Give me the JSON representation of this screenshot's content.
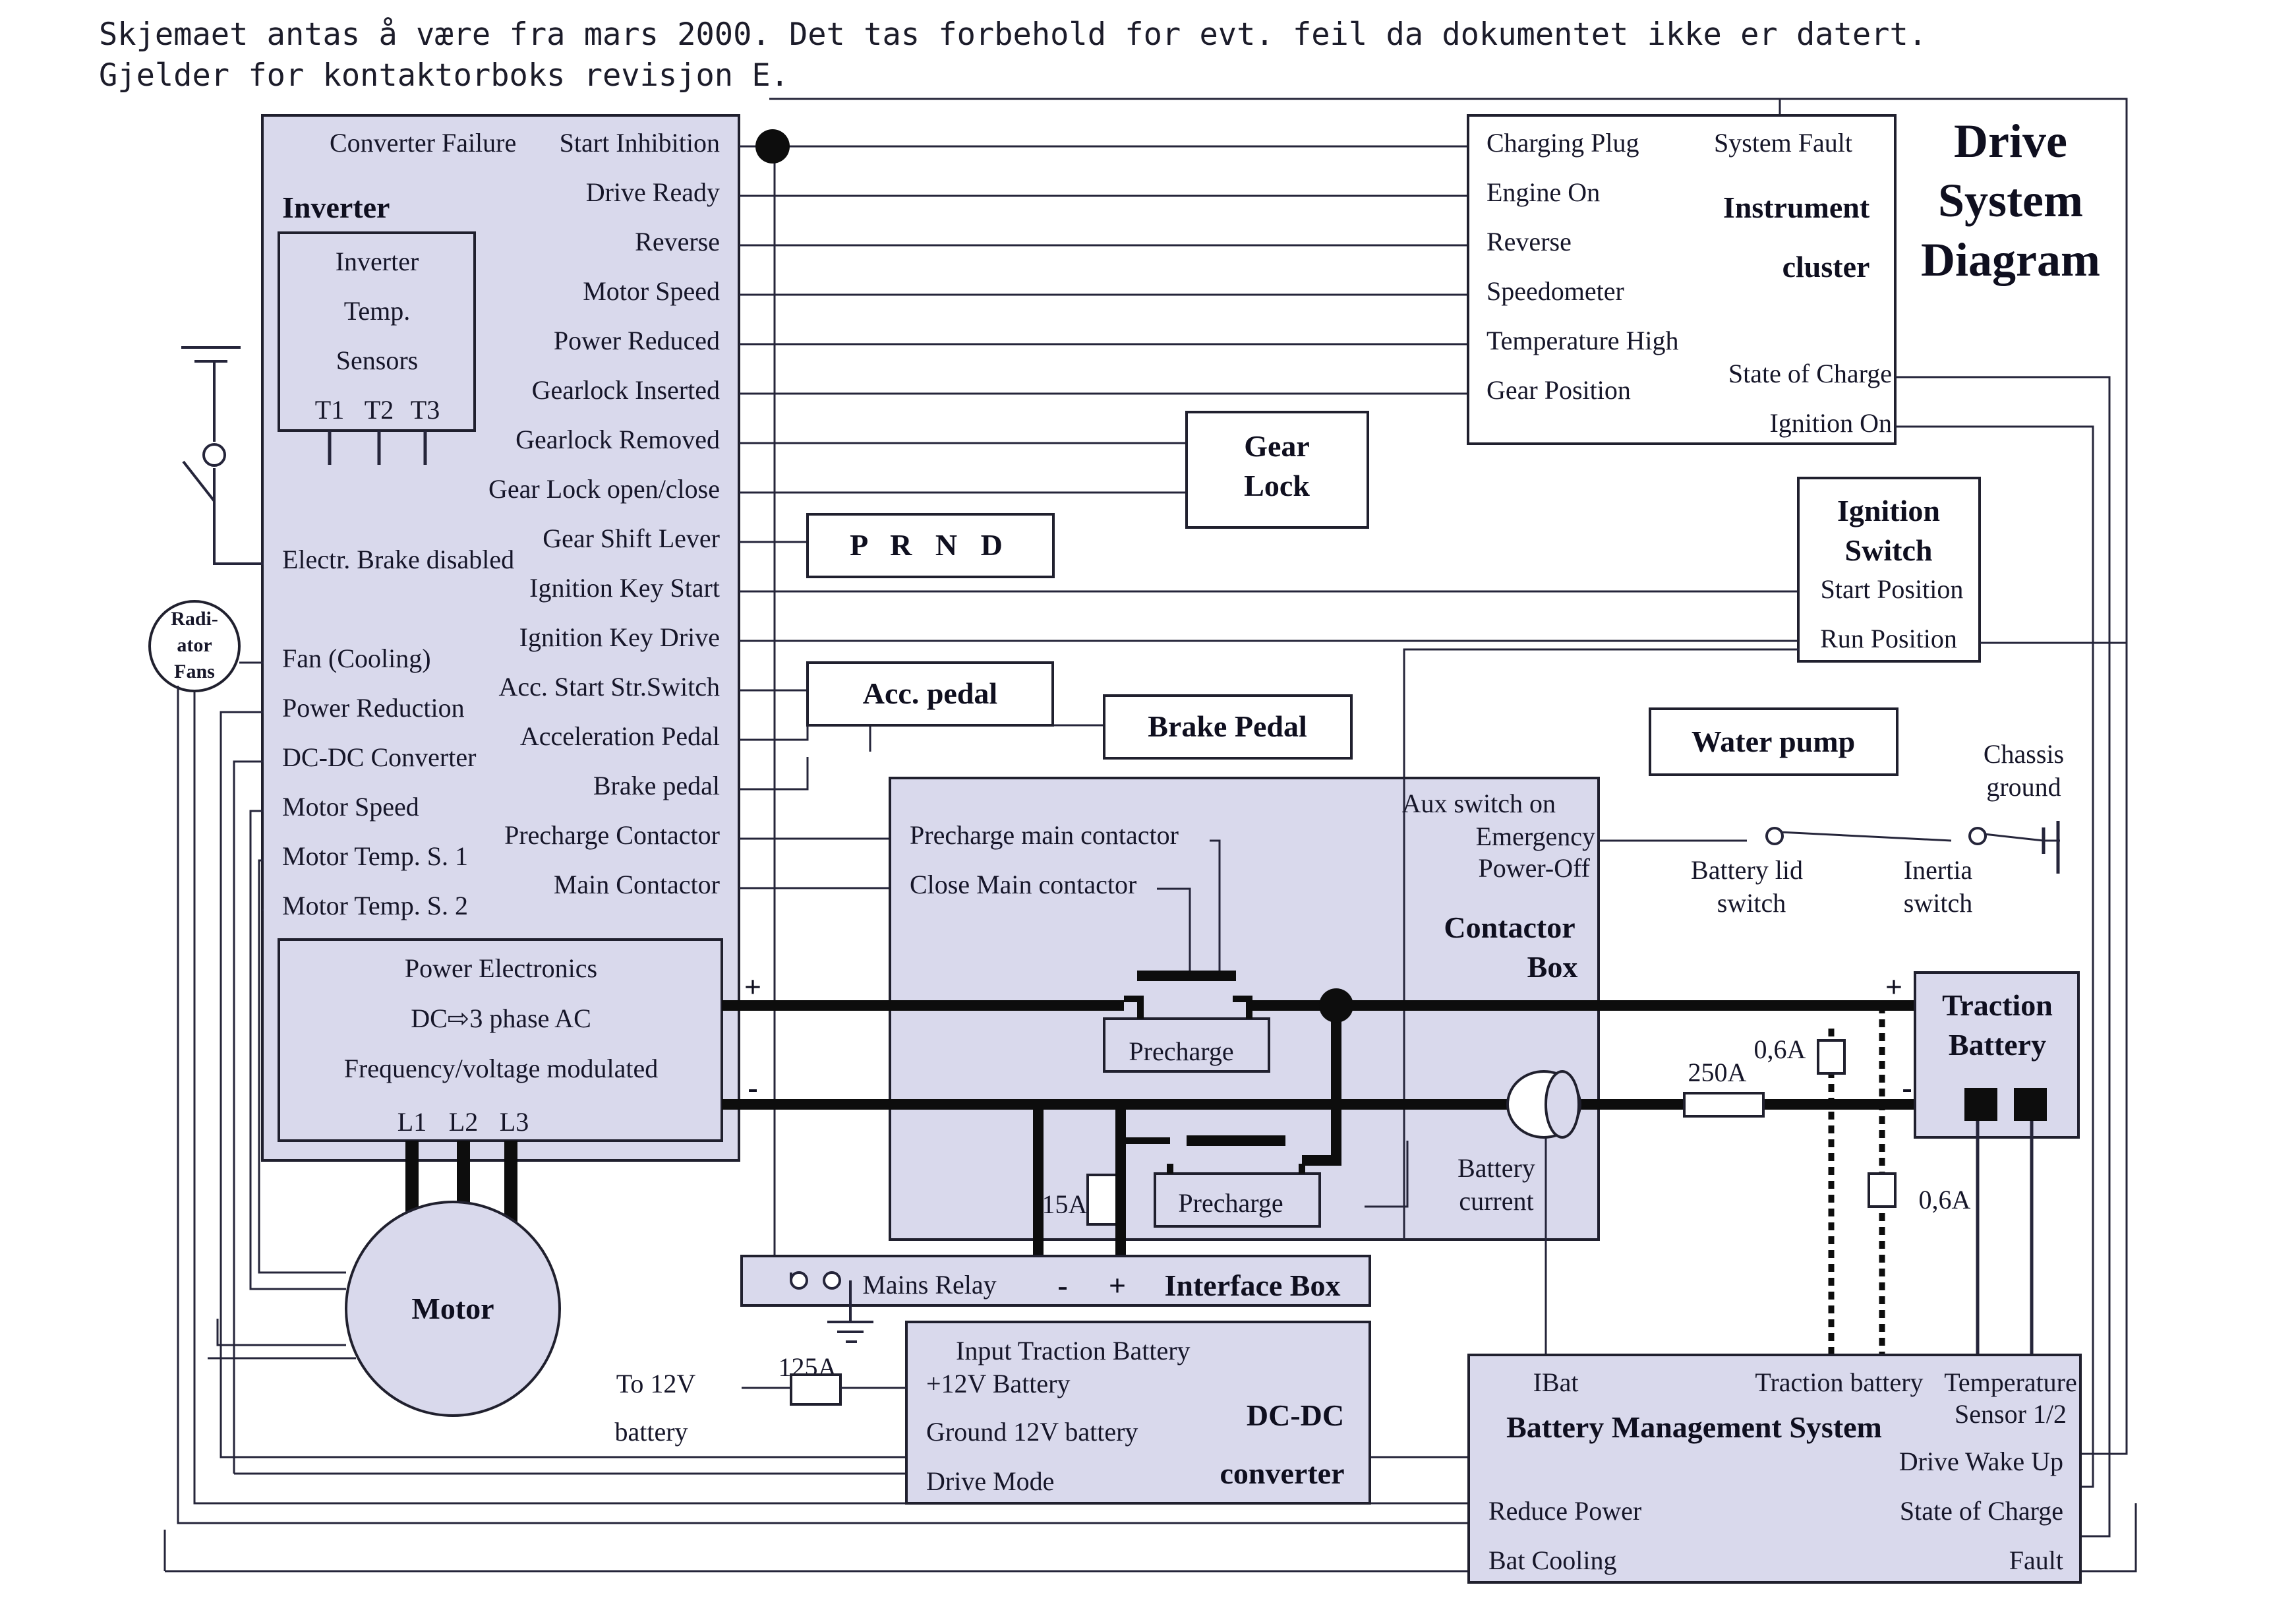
{
  "note": {
    "line1": "Skjemaet antas å være fra mars 2000. Det tas forbehold for evt. feil da dokumentet ikke er datert.",
    "line2": "Gjelder for kontaktorboks revisjon E."
  },
  "title": {
    "line1": "Drive",
    "line2": "System",
    "line3": "Diagram"
  },
  "inverter": {
    "name": "Inverter",
    "signals": [
      "Converter Failure",
      "Start Inhibition",
      "Drive Ready",
      "Reverse",
      "Motor Speed",
      "Power Reduced",
      "Gearlock Inserted",
      "Gearlock Removed",
      "Gear Lock open/close",
      "Gear Shift Lever",
      "Ignition Key Start",
      "Ignition Key Drive",
      "Acc. Start Str.Switch",
      "Acceleration Pedal",
      "Brake pedal",
      "Precharge Contactor",
      "Main Contactor"
    ],
    "left_signals": [
      "Electr. Brake disabled",
      "Fan (Cooling)",
      "Power Reduction",
      "DC-DC Converter",
      "Motor Speed",
      "Motor Temp. S. 1",
      "Motor Temp. S. 2"
    ],
    "temp_sensors": {
      "line1": "Inverter",
      "line2": "Temp.",
      "line3": "Sensors",
      "t1": "T1",
      "t2": "T2",
      "t3": "T3"
    },
    "power_electronics": {
      "line1": "Power Electronics",
      "line2": "DC⇨3 phase AC",
      "line3": "Frequency/voltage modulated",
      "l1": "L1",
      "l2": "L2",
      "l3": "L3"
    }
  },
  "radiator_fans": {
    "line1": "Radi-",
    "line2": "ator",
    "line3": "Fans"
  },
  "motor": {
    "label": "Motor"
  },
  "instrument_cluster": {
    "title1": "Instrument",
    "title2": "cluster",
    "left_items": [
      "Charging Plug",
      "Engine On",
      "Reverse",
      "Speedometer",
      "Temperature High",
      "Gear Position"
    ],
    "system_fault": "System Fault",
    "state_of_charge": "State of Charge",
    "ignition_on": "Ignition On"
  },
  "gear_lock": {
    "line1": "Gear",
    "line2": "Lock"
  },
  "prnd": {
    "label": "P R N D"
  },
  "ignition_switch": {
    "line1": "Ignition",
    "line2": "Switch",
    "start": "Start Position",
    "run": "Run Position"
  },
  "acc_pedal": {
    "label": "Acc. pedal"
  },
  "brake_pedal": {
    "label": "Brake Pedal"
  },
  "water_pump": {
    "label": "Water pump"
  },
  "contactor_box": {
    "line1": "Contactor",
    "line2": "Box",
    "precharge_main": "Precharge main contactor",
    "close_main": "Close Main contactor",
    "aux_switch": "Aux switch on",
    "emergency1": "Emergency",
    "emergency2": "Power-Off",
    "precharge": "Precharge",
    "precharge2": "Precharge",
    "fuse15": "15A",
    "battery_current1": "Battery",
    "battery_current2": "current"
  },
  "chassis_ground": {
    "line1": "Chassis",
    "line2": "ground"
  },
  "battery_lid": {
    "line1": "Battery lid",
    "line2": "switch"
  },
  "inertia": {
    "line1": "Inertia",
    "line2": "switch"
  },
  "traction_battery": {
    "line1": "Traction",
    "line2": "Battery",
    "fuse250": "250A",
    "fuse06a": "0,6A",
    "fuse06b": "0,6A"
  },
  "interface_box": {
    "label": "Interface Box",
    "mains_relay": "Mains Relay",
    "minus": "-",
    "plus": "+"
  },
  "dcdc": {
    "title1": "DC-DC",
    "title2": "converter",
    "input": "Input Traction Battery",
    "battery12": "+12V Battery",
    "ground12": "Ground 12V battery",
    "drive_mode": "Drive Mode"
  },
  "to12v": {
    "line1": "To 12V",
    "line2": "battery",
    "fuse125": "125A"
  },
  "bms": {
    "title": "Battery Management System",
    "ibat": "IBat",
    "traction_battery": "Traction battery",
    "temp1": "Temperature",
    "temp2": "Sensor 1/2",
    "wake": "Drive Wake Up",
    "reduce": "Reduce Power",
    "soc": "State of Charge",
    "cooling": "Bat Cooling",
    "fault": "Fault"
  },
  "polarity": {
    "plus": "+",
    "minus": "-"
  }
}
